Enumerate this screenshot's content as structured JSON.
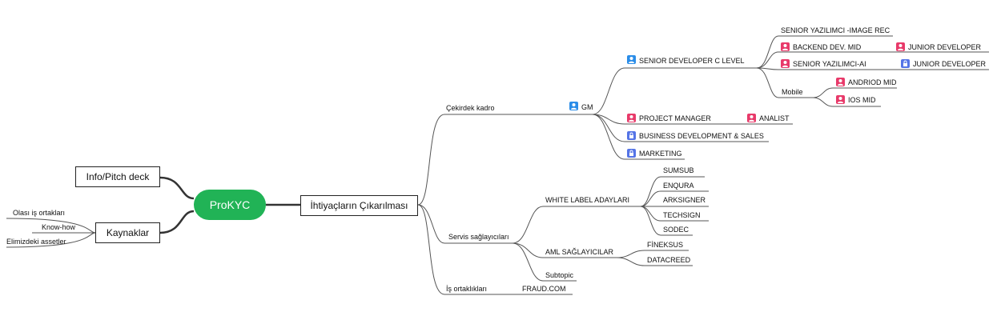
{
  "colors": {
    "line": "#555555",
    "root_fill": "#21b356",
    "icon_blue": "#2b8de8",
    "icon_pink": "#e83a6a",
    "icon_indigo": "#5574e6"
  },
  "root": "ProKYC",
  "left": {
    "pitch": "Info/Pitch deck",
    "kaynaklar": "Kaynaklar",
    "kaynak_items": [
      "Olası iş ortakları",
      "Know-how",
      "Elimizdeki assetler"
    ]
  },
  "main": "İhtiyaçların Çıkarılması",
  "branches": {
    "cekirdek": "Çekirdek kadro",
    "servis": "Servis sağlayıcıları",
    "is_ortaklari": "İş ortaklıkları"
  },
  "gm": {
    "label": "GM",
    "icon": "user-icon-blue"
  },
  "senior_dev": {
    "label": "SENIOR DEVELOPER  C LEVEL",
    "icon": "user-icon-blue"
  },
  "senior_children": {
    "image_rec": "SENIOR YAZILIMCI -IMAGE REC",
    "backend": "BACKEND DEV. MID",
    "backend_junior": "JUNIOR DEVELOPER",
    "senior_ai": "SENIOR YAZILIMCI-AI",
    "ai_junior": "JUNIOR DEVELOPER",
    "mobile": "Mobile",
    "android": "ANDRIOD MID",
    "ios": "IOS MID"
  },
  "project_manager": "PROJECT  MANAGER",
  "analist": "ANALIST",
  "bizdev": "BUSINESS DEVELOPMENT & SALES",
  "marketing": "MARKETING",
  "white_label": "WHITE LABEL ADAYLARI",
  "white_label_items": [
    "SUMSUB",
    "ENQURA",
    "ARKSIGNER",
    "TECHSIGN",
    "SODEC"
  ],
  "aml": "AML SAĞLAYICILAR",
  "aml_items": [
    "FİNEKSUS",
    "DATACREED"
  ],
  "subtopic": "Subtopic",
  "fraud": "FRAUD.COM"
}
